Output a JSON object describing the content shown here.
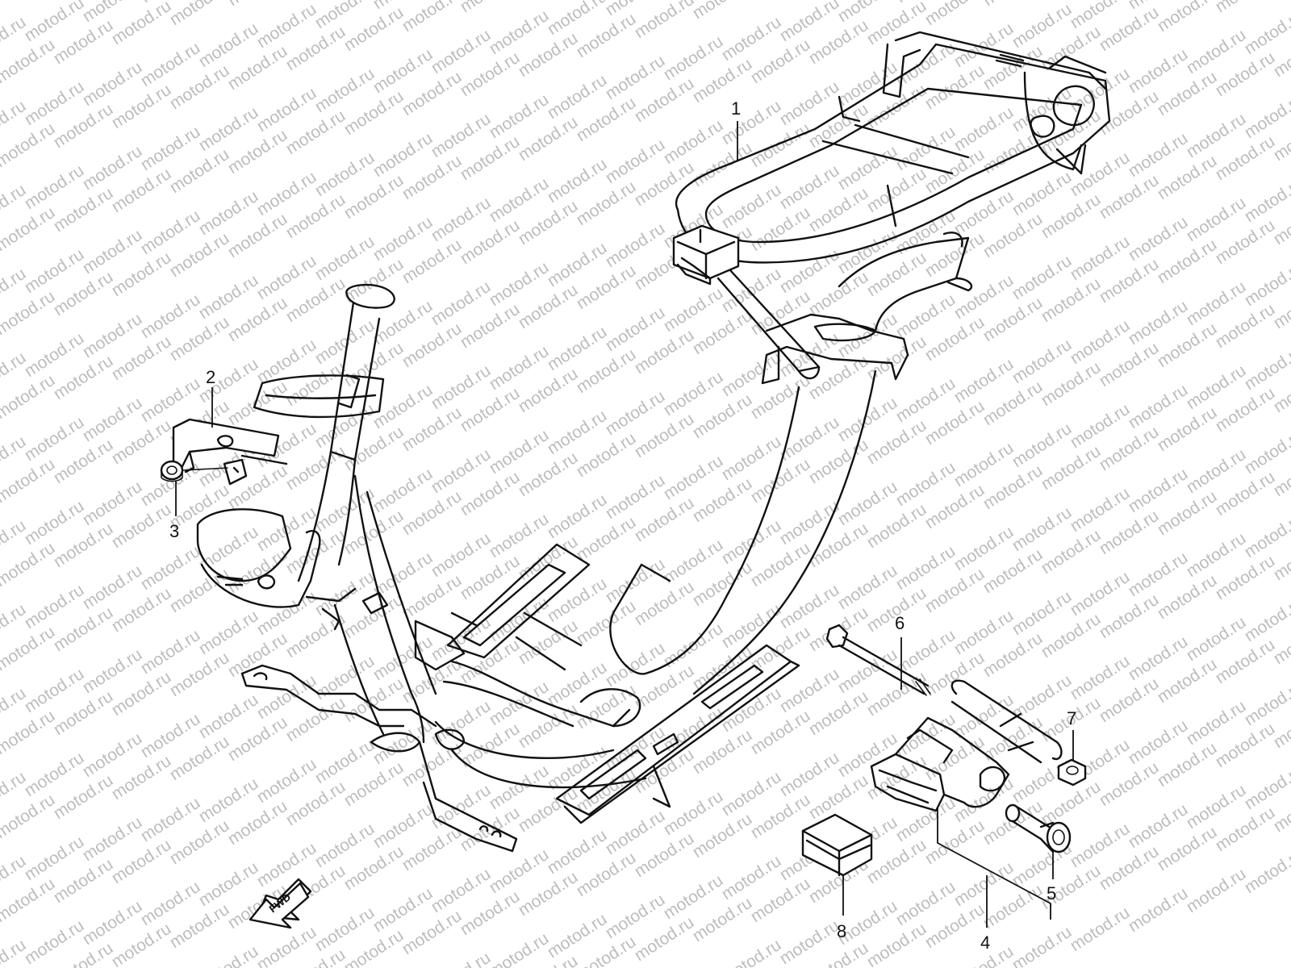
{
  "watermark": {
    "text": "motod.ru",
    "color": "#bdbdbd"
  },
  "direction_arrow": {
    "label": "FWD"
  },
  "callouts": [
    {
      "number": "1"
    },
    {
      "number": "2"
    },
    {
      "number": "3"
    },
    {
      "number": "4"
    },
    {
      "number": "5"
    },
    {
      "number": "6"
    },
    {
      "number": "7"
    },
    {
      "number": "8"
    }
  ]
}
